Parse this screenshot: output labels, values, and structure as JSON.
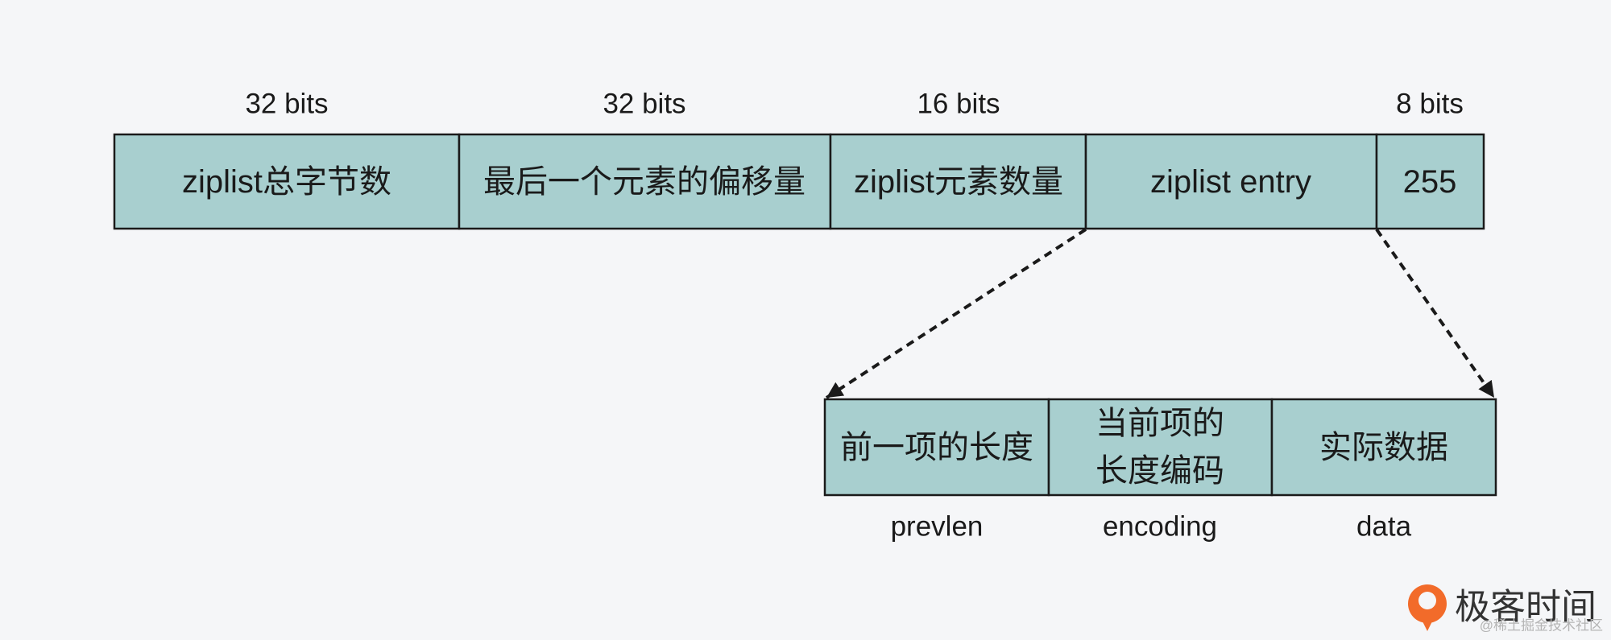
{
  "top_row": {
    "cells": [
      {
        "label": "ziplist总字节数",
        "bits": "32 bits"
      },
      {
        "label": "最后一个元素的偏移量",
        "bits": "32 bits"
      },
      {
        "label": "ziplist元素数量",
        "bits": "16 bits"
      },
      {
        "label": "ziplist entry"
      },
      {
        "label": "255",
        "bits": "8 bits"
      }
    ]
  },
  "entry_row": {
    "cells": [
      {
        "label_lines": [
          "前一项的长度"
        ],
        "field": "prevlen"
      },
      {
        "label_lines": [
          "当前项的",
          "长度编码"
        ],
        "field": "encoding"
      },
      {
        "label_lines": [
          "实际数据"
        ],
        "field": "data"
      }
    ]
  },
  "branding": {
    "logo_text": "极客时间",
    "watermark": "@稀土掘金技术社区"
  },
  "colors": {
    "background": "#f5f6f8",
    "cell_fill": "#a8cfcf",
    "stroke": "#1a1a1a",
    "logo_orange": "#f26b2a",
    "logo_text": "#333333"
  }
}
